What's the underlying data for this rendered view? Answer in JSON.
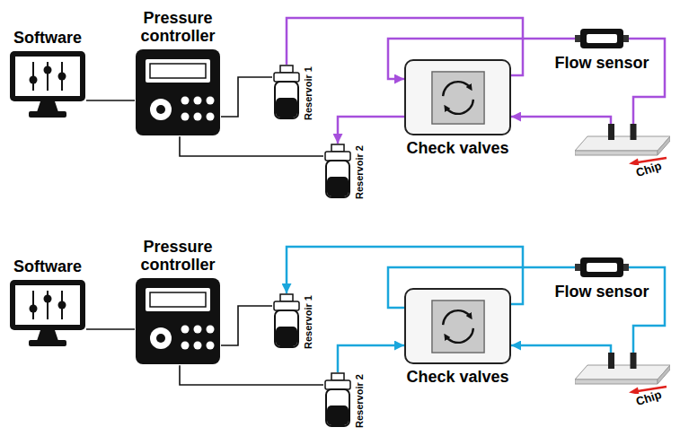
{
  "diagram": {
    "nodes": [
      {
        "text": [
          "Software"
        ]
      },
      {
        "text": [
          "Pressure controller"
        ]
      },
      {
        "text": [
          "Reservoir 1"
        ]
      },
      {
        "text": [
          "Reservoir 2"
        ]
      },
      {
        "text": [
          "Check valves"
        ]
      },
      {
        "text": [
          "Flow sensor"
        ]
      },
      {
        "text": [
          "Chip"
        ]
      },
      {
        "text": [
          "Software"
        ]
      },
      {
        "text": [
          "Pressure controller"
        ]
      },
      {
        "text": [
          "Reservoir 1"
        ]
      },
      {
        "text": [
          "Reservoir 2"
        ]
      },
      {
        "text": [
          "Check valves"
        ]
      },
      {
        "text": [
          "Flow sensor"
        ]
      },
      {
        "text": [
          "Chip"
        ]
      }
    ],
    "edges": [
      {
        "from": 0,
        "to": 1,
        "arrow": "none"
      },
      {
        "from": 1,
        "to": 2,
        "arrow": "none"
      },
      {
        "from": 1,
        "to": 3,
        "arrow": "none"
      },
      {
        "from": 2,
        "to": 4,
        "arrow": "to"
      },
      {
        "from": 4,
        "to": 5,
        "arrow": "none"
      },
      {
        "from": 5,
        "to": 6,
        "arrow": "none"
      },
      {
        "from": 6,
        "to": 4,
        "arrow": "to"
      },
      {
        "from": 4,
        "to": 3,
        "arrow": "to"
      },
      {
        "from": 7,
        "to": 8,
        "arrow": "none"
      },
      {
        "from": 8,
        "to": 9,
        "arrow": "none"
      },
      {
        "from": 8,
        "to": 10,
        "arrow": "none"
      },
      {
        "from": 10,
        "to": 11,
        "arrow": "to"
      },
      {
        "from": 11,
        "to": 12,
        "arrow": "none"
      },
      {
        "from": 12,
        "to": 13,
        "arrow": "none"
      },
      {
        "from": 13,
        "to": 11,
        "arrow": "to"
      },
      {
        "from": 11,
        "to": 9,
        "arrow": "to"
      }
    ]
  }
}
